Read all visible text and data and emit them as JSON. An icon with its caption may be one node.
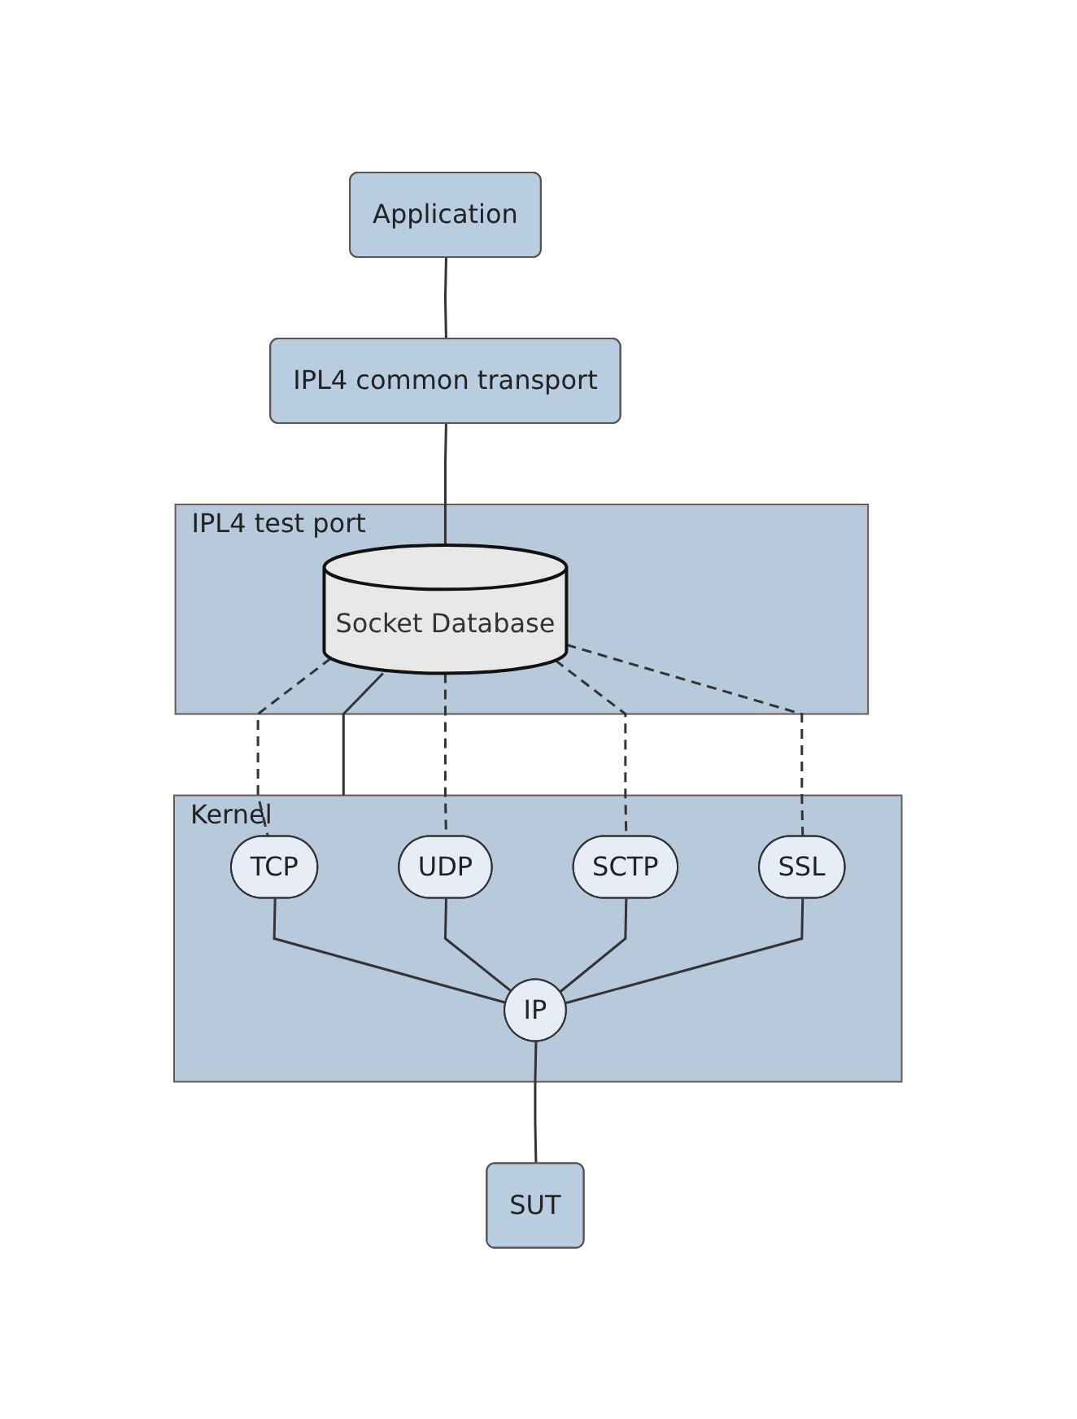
{
  "diagram": {
    "nodes": [
      {
        "text": [
          "Application"
        ]
      },
      {
        "text": [
          "IPL4 common transport"
        ]
      },
      {
        "text": [
          "IPL4 test port"
        ]
      },
      {
        "text": [
          "Socket Database"
        ],
        "in": 2
      },
      {
        "text": [
          "Kernel"
        ]
      },
      {
        "text": [
          "TCP"
        ],
        "in": 4
      },
      {
        "text": [
          "UDP"
        ],
        "in": 4
      },
      {
        "text": [
          "SCTP"
        ],
        "in": 4
      },
      {
        "text": [
          "SSL"
        ],
        "in": 4
      },
      {
        "text": [
          "IP"
        ],
        "in": 4
      },
      {
        "text": [
          "SUT"
        ]
      }
    ],
    "edges": [
      {
        "from": 0,
        "to": 1,
        "arrow": "none"
      },
      {
        "from": 1,
        "to": 3,
        "arrow": "none"
      },
      {
        "from": 3,
        "to": 4,
        "arrow": "none"
      },
      {
        "from": 3,
        "to": 5,
        "arrow": "none",
        "style": "dashed"
      },
      {
        "from": 3,
        "to": 6,
        "arrow": "none",
        "style": "dashed"
      },
      {
        "from": 3,
        "to": 7,
        "arrow": "none",
        "style": "dashed"
      },
      {
        "from": 3,
        "to": 8,
        "arrow": "none",
        "style": "dashed"
      },
      {
        "from": 5,
        "to": 9,
        "arrow": "none"
      },
      {
        "from": 6,
        "to": 9,
        "arrow": "none"
      },
      {
        "from": 7,
        "to": 9,
        "arrow": "none"
      },
      {
        "from": 8,
        "to": 9,
        "arrow": "none"
      },
      {
        "from": 9,
        "to": 10,
        "arrow": "none"
      }
    ]
  }
}
